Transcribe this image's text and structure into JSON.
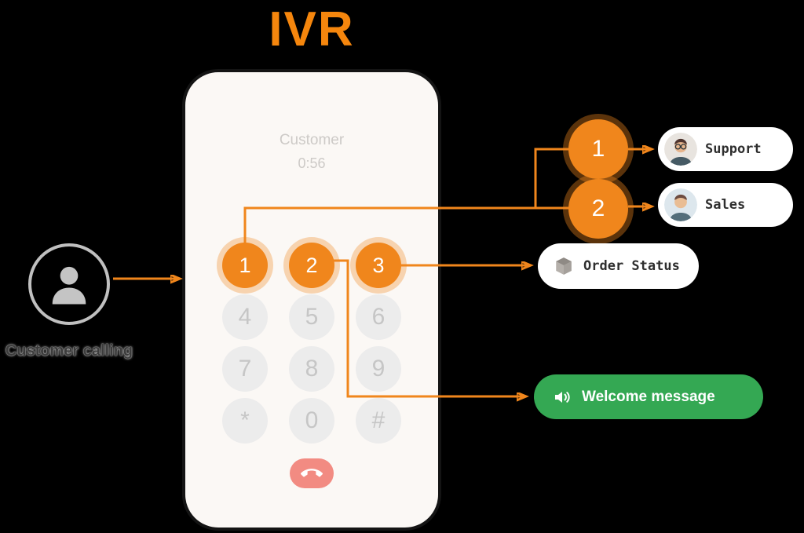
{
  "title": "IVR",
  "caller": {
    "label": "Customer calling"
  },
  "phone": {
    "header": {
      "name": "Customer",
      "timer": "0:56"
    },
    "keys": [
      "1",
      "2",
      "3",
      "4",
      "5",
      "6",
      "7",
      "8",
      "9",
      "*",
      "0",
      "#"
    ]
  },
  "branches": [
    {
      "number": "1",
      "label": "Support"
    },
    {
      "number": "2",
      "label": "Sales"
    }
  ],
  "nodes": {
    "order_status": "Order Status",
    "welcome_message": "Welcome message"
  },
  "colors": {
    "accent_orange": "#F0861C",
    "title_orange": "#F5860D",
    "welcome_green": "#34A853",
    "hangup_pink": "#F28B82",
    "key_inactive_bg": "#ECECEC",
    "key_inactive_text": "#C6C6C6"
  }
}
